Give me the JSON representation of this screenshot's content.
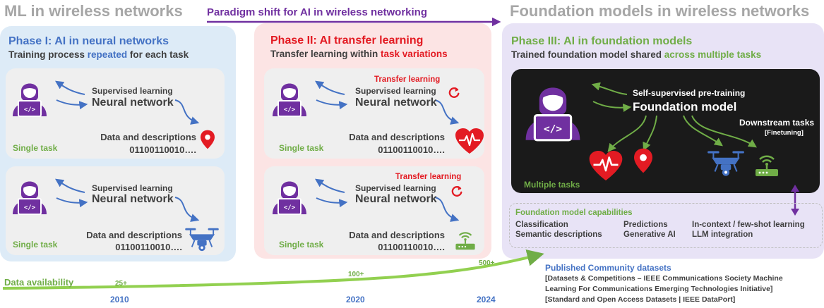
{
  "headers": {
    "left": "ML in wireless networks",
    "middle": "Paradigm shift for AI in wireless networking",
    "right": "Foundation models in wireless networks"
  },
  "phase1": {
    "title": "Phase I: AI in neural networks",
    "subtitle_a": "Training process ",
    "subtitle_b": "repeated",
    "subtitle_c": " for each task",
    "tasks": [
      {
        "supervised": "Supervised learning",
        "network": "Neural network",
        "data": "Data and descriptions",
        "bits": "01100110010….",
        "label": "Single task",
        "icon": "location-pin-icon"
      },
      {
        "supervised": "Supervised learning",
        "network": "Neural network",
        "data": "Data and descriptions",
        "bits": "01100110010….",
        "label": "Single task",
        "icon": "drone-icon"
      }
    ]
  },
  "phase2": {
    "title": "Phase II: AI transfer learning",
    "subtitle_a": "Transfer learning within ",
    "subtitle_b": "task variations",
    "tasks": [
      {
        "transfer": "Transfer learning",
        "supervised": "Supervised learning",
        "network": "Neural network",
        "data": "Data and descriptions",
        "bits": "01100110010….",
        "label": "Single task",
        "icon": "heart-rate-icon"
      },
      {
        "transfer": "Transfer learning",
        "supervised": "Supervised learning",
        "network": "Neural network",
        "data": "Data and descriptions",
        "bits": "01100110010….",
        "label": "Single task",
        "icon": "router-icon"
      }
    ]
  },
  "phase3": {
    "title": "Phase III: AI in foundation models",
    "subtitle_a": "Trained foundation model shared ",
    "subtitle_b": "across multiple tasks",
    "self_supervised": "Self-supervised pre-training",
    "foundation_model": "Foundation model",
    "downstream": "Downstream tasks",
    "finetuning": "[Finetuning]",
    "multiple_tasks": "Multiple tasks"
  },
  "capabilities": {
    "title": "Foundation model capabilities",
    "items": [
      "Classification",
      "Predictions",
      "In-context / few-shot learning",
      "Semantic descriptions",
      "Generative AI",
      "LLM integration"
    ]
  },
  "timeline": {
    "label": "Data availability",
    "years": [
      "2010",
      "2020",
      "2024"
    ],
    "counts": [
      "25+",
      "100+",
      "500+"
    ]
  },
  "datasets": {
    "title": "Published Community datasets",
    "lines": [
      "[Datasets & Competitions – IEEE Communications Society Machine",
      "Learning For Communications Emerging Technologies Initiative]",
      "[Standard and Open Access Datasets | IEEE DataPort]"
    ]
  },
  "colors": {
    "purple": "#7030a0",
    "blue": "#4472c4",
    "green": "#70ad47",
    "red": "#e31b23",
    "dark": "#1a1a1a"
  }
}
